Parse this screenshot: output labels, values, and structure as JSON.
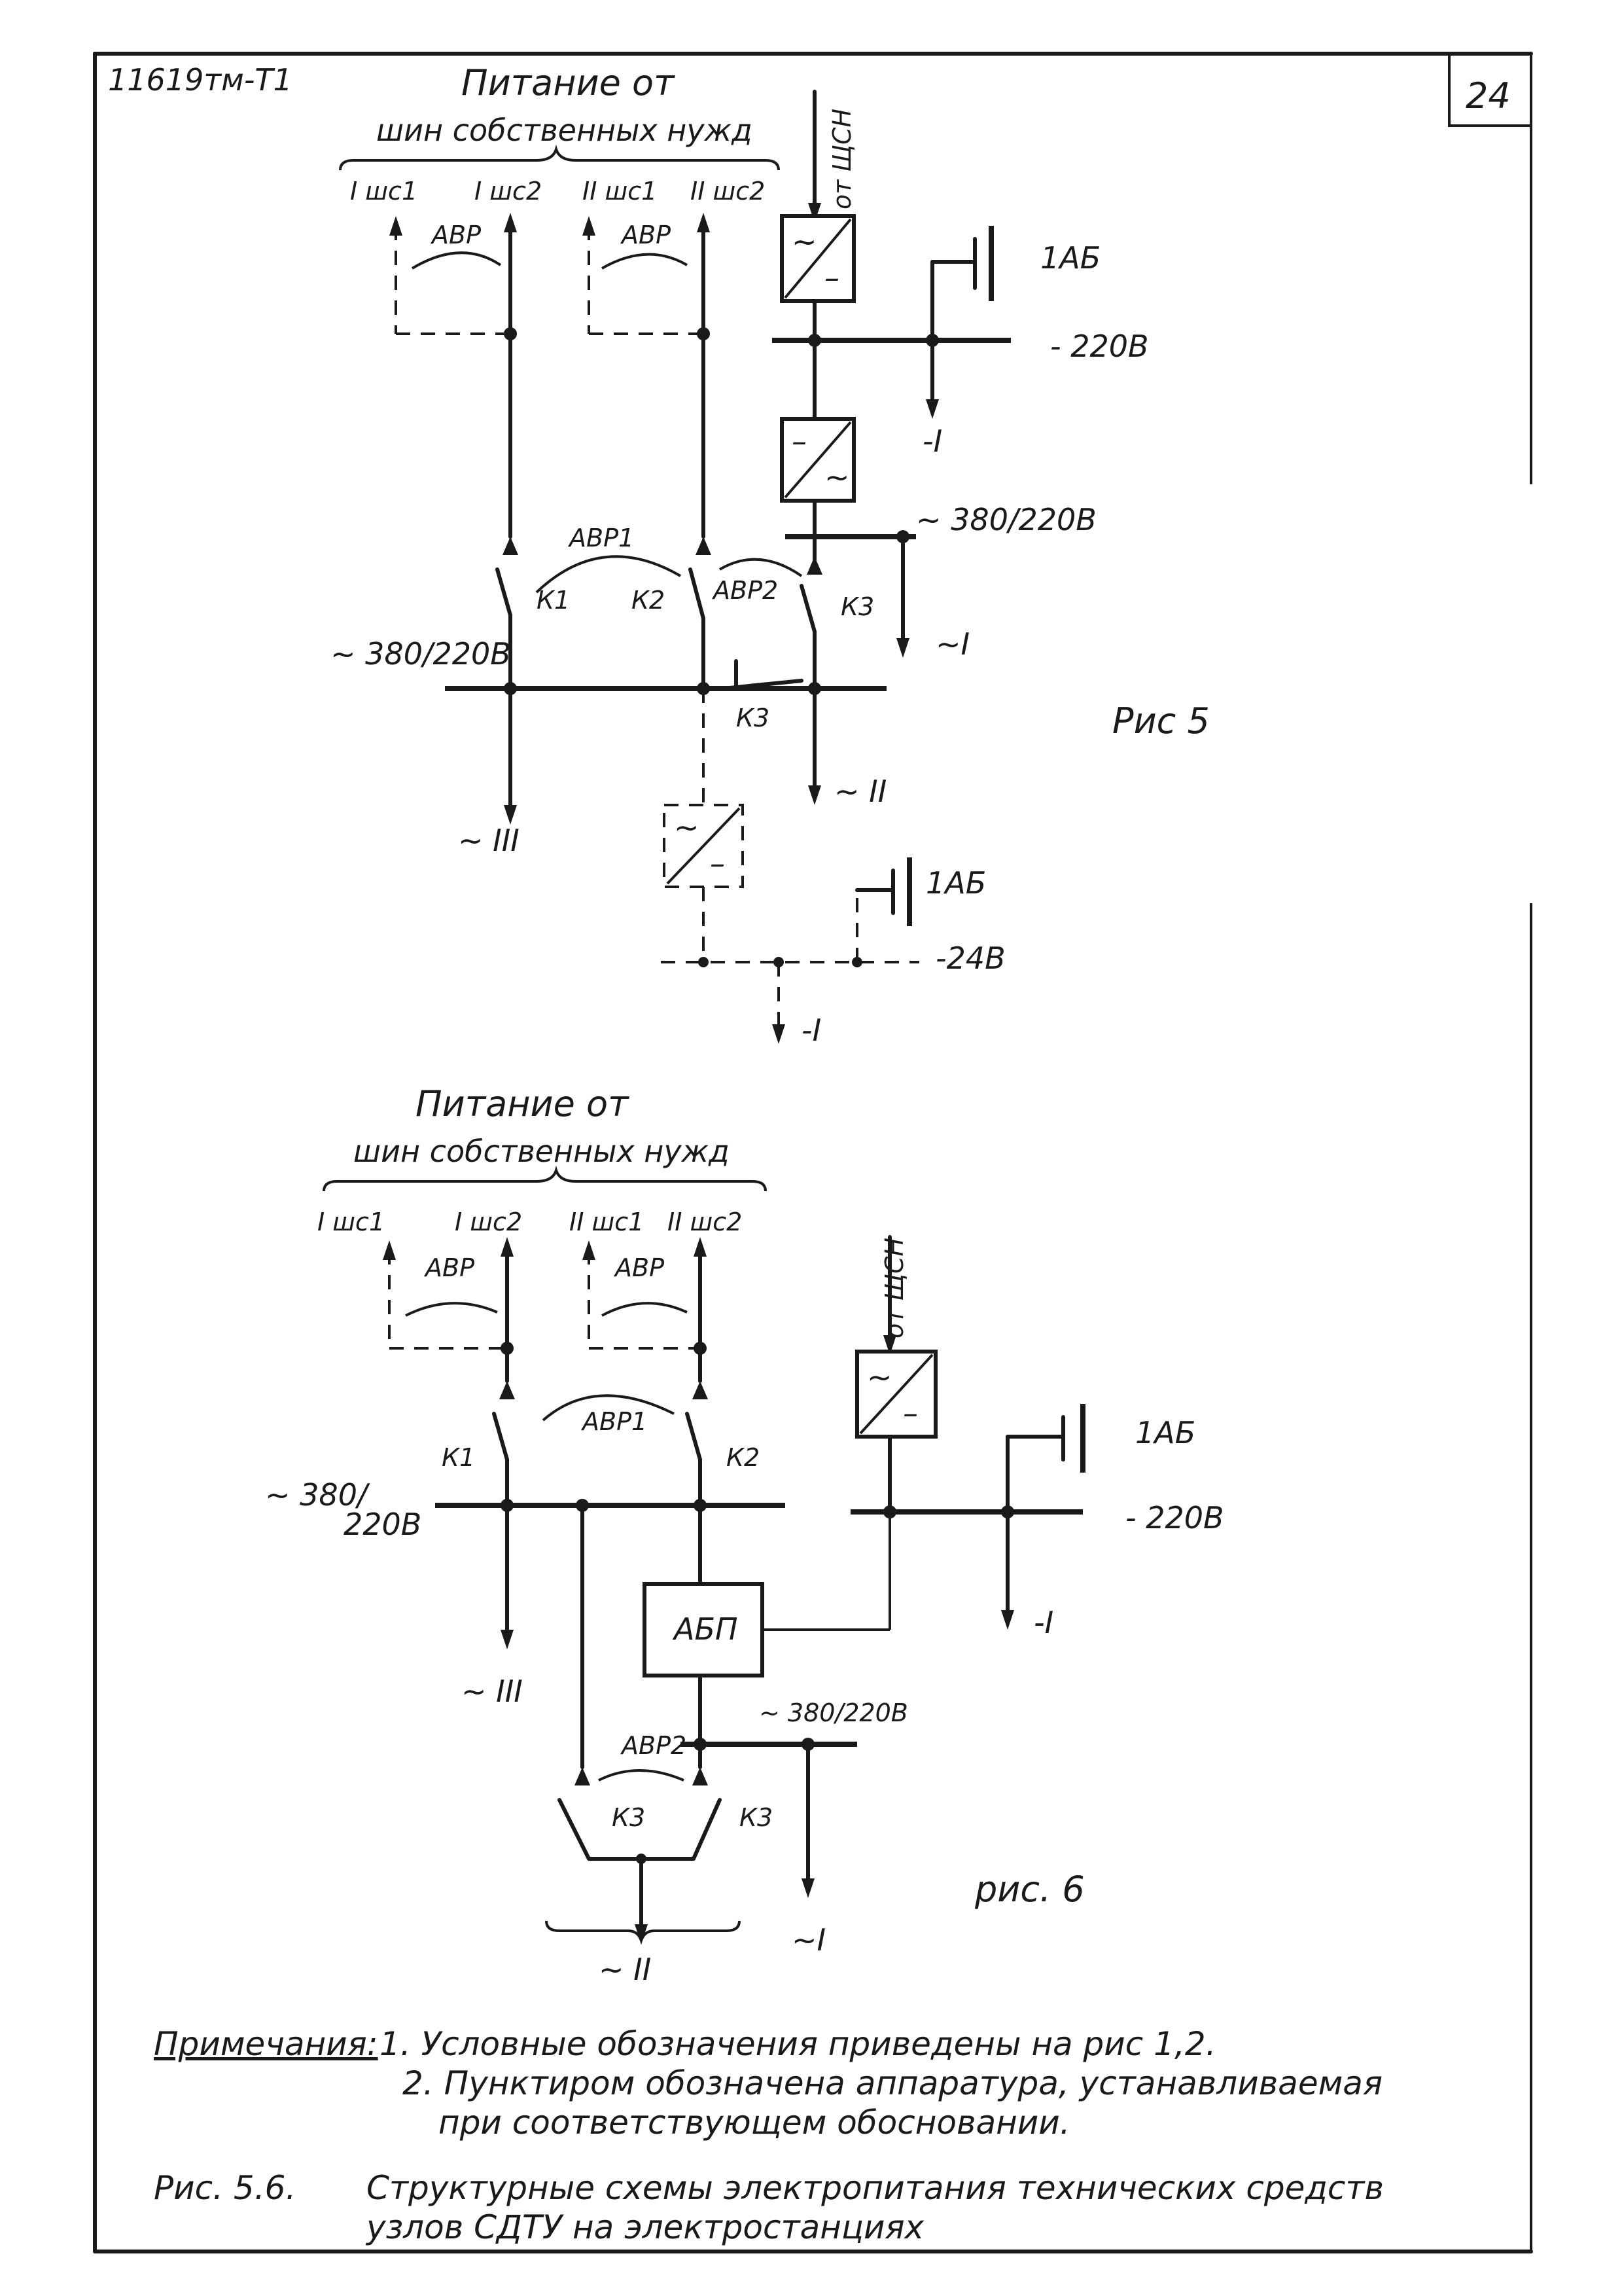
{
  "header": {
    "doc_code": "11619тм-Т1",
    "page_number": "24"
  },
  "fig5": {
    "supply_title_1": "Питание от",
    "supply_title_2": "шин собственных нужд",
    "bus_labels": [
      "I шс1",
      "I шс2",
      "II шс1",
      "II шс2"
    ],
    "avr": "АВР",
    "avr1": "АВР1",
    "avr2": "АВР2",
    "from_shsn": "от ЩСН",
    "battery": "1АБ",
    "dc_220": "- 220В",
    "dc_out": "-I",
    "ac_bus_top": "~ 380/220В",
    "ac_out_top": "~I",
    "k1": "К1",
    "k2": "К2",
    "k3": "К3",
    "k3b": "К3",
    "ac_bus_main": "~ 380/220В",
    "ac_out_iii": "~ III",
    "ac_out_ii": "~ II",
    "battery_2": "1АБ",
    "dc_24": "-24В",
    "dc_out_2": "-I",
    "caption": "Рис 5"
  },
  "fig6": {
    "supply_title_1": "Питание от",
    "supply_title_2": "шин собственных нужд",
    "bus_labels": [
      "I шс1",
      "I шс2",
      "II шс1",
      "II шс2"
    ],
    "avr": "АВР",
    "avr1": "АВР1",
    "from_shsn": "от ЩСН",
    "battery": "1АБ",
    "k1": "К1",
    "k2": "К2",
    "ac_bus_a": "~ 380/",
    "ac_bus_b": "220В",
    "dc_220": "- 220В",
    "dc_out": "-I",
    "abp": "АБП",
    "ac_out_iii": "~ III",
    "ac_bus_2": "~ 380/220В",
    "avr2": "АВР2",
    "k3": "К3",
    "k3b": "К3",
    "ac_out_ii": "~ II",
    "ac_out_i": "~I",
    "caption": "рис. 6"
  },
  "notes": {
    "label": "Примечания:",
    "note1": "1. Условные обозначения приведены на рис 1,2.",
    "note2a": "2. Пунктиром обозначена аппаратура, устанавливаемая",
    "note2b": "при соответствующем обосновании."
  },
  "figure_caption": {
    "label": "Рис. 5.6.",
    "line1": "Структурные схемы электропитания технических средств",
    "line2": "узлов СДТУ на электростанциях"
  }
}
